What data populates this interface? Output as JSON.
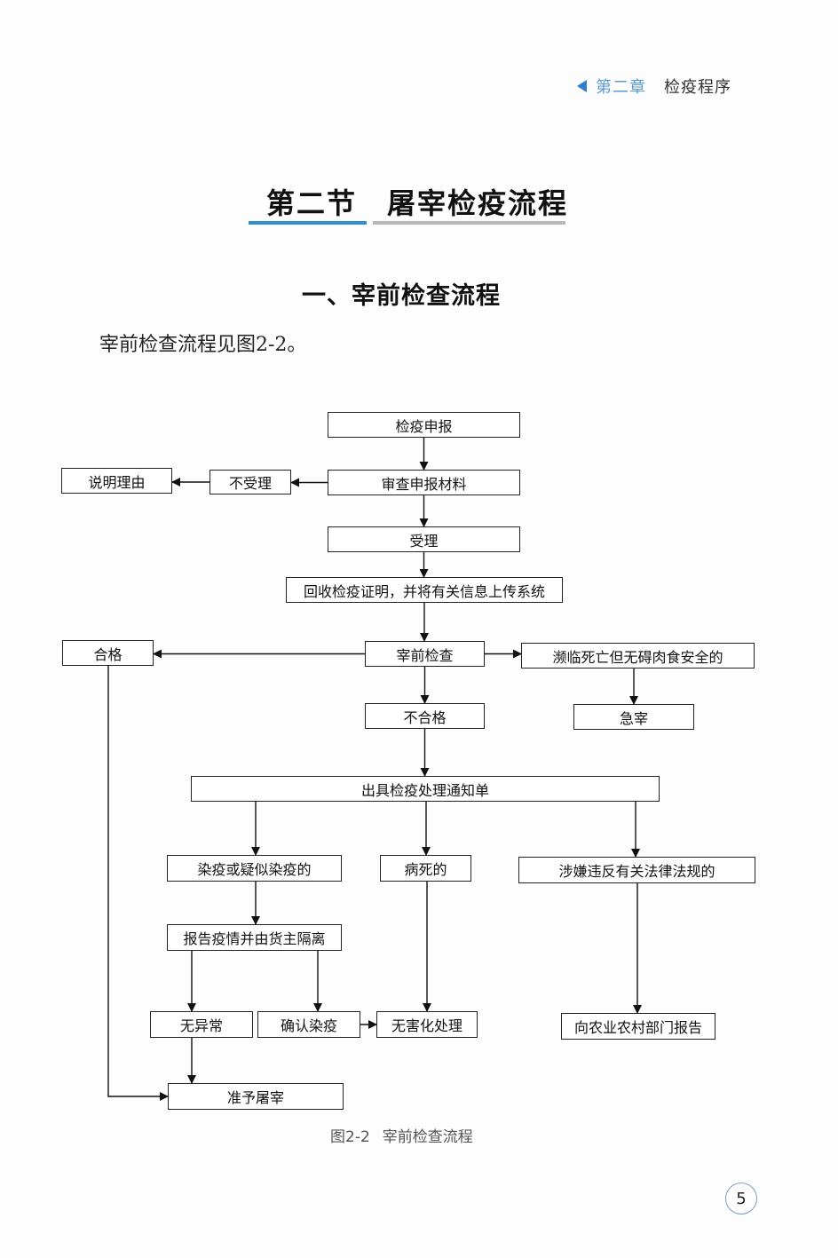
{
  "running_head": {
    "chapter": "第二章",
    "title": "检疫程序",
    "accent_color": "#2f7fcf"
  },
  "section": {
    "number": "第二节",
    "title": "屠宰检疫流程"
  },
  "subsection": {
    "title": "一、宰前检查流程"
  },
  "body_text": "宰前检查流程见图2-2。",
  "flowchart": {
    "nodes": {
      "declare": "检疫申报",
      "review": "审查申报材料",
      "reject": "不受理",
      "explain": "说明理由",
      "accept": "受理",
      "recover": "回收检疫证明，并将有关信息上传系统",
      "inspect": "宰前检查",
      "qualified": "合格",
      "dying": "濒临死亡但无碍肉食安全的",
      "emergency": "急宰",
      "unqualified": "不合格",
      "notice": "出具检疫处理通知单",
      "infected": "染疫或疑似染疫的",
      "diseased": "病死的",
      "illegal": "涉嫌违反有关法律法规的",
      "report_isolate": "报告疫情并由货主隔离",
      "normal": "无异常",
      "confirmed": "确认染疫",
      "harmless": "无害化处理",
      "report_agri": "向农业农村部门报告",
      "approve": "准予屠宰"
    },
    "edges": [
      [
        "declare",
        "review"
      ],
      [
        "review",
        "reject"
      ],
      [
        "reject",
        "explain"
      ],
      [
        "review",
        "accept"
      ],
      [
        "accept",
        "recover"
      ],
      [
        "recover",
        "inspect"
      ],
      [
        "inspect",
        "qualified"
      ],
      [
        "inspect",
        "dying"
      ],
      [
        "dying",
        "emergency"
      ],
      [
        "inspect",
        "unqualified"
      ],
      [
        "unqualified",
        "notice"
      ],
      [
        "notice",
        "infected"
      ],
      [
        "notice",
        "diseased"
      ],
      [
        "notice",
        "illegal"
      ],
      [
        "infected",
        "report_isolate"
      ],
      [
        "report_isolate",
        "normal"
      ],
      [
        "report_isolate",
        "confirmed"
      ],
      [
        "confirmed",
        "harmless"
      ],
      [
        "diseased",
        "harmless"
      ],
      [
        "illegal",
        "report_agri"
      ],
      [
        "normal",
        "approve"
      ],
      [
        "qualified",
        "approve"
      ]
    ]
  },
  "figure_caption": {
    "label": "图2-2",
    "title": "宰前检查流程"
  },
  "page_number": "5"
}
